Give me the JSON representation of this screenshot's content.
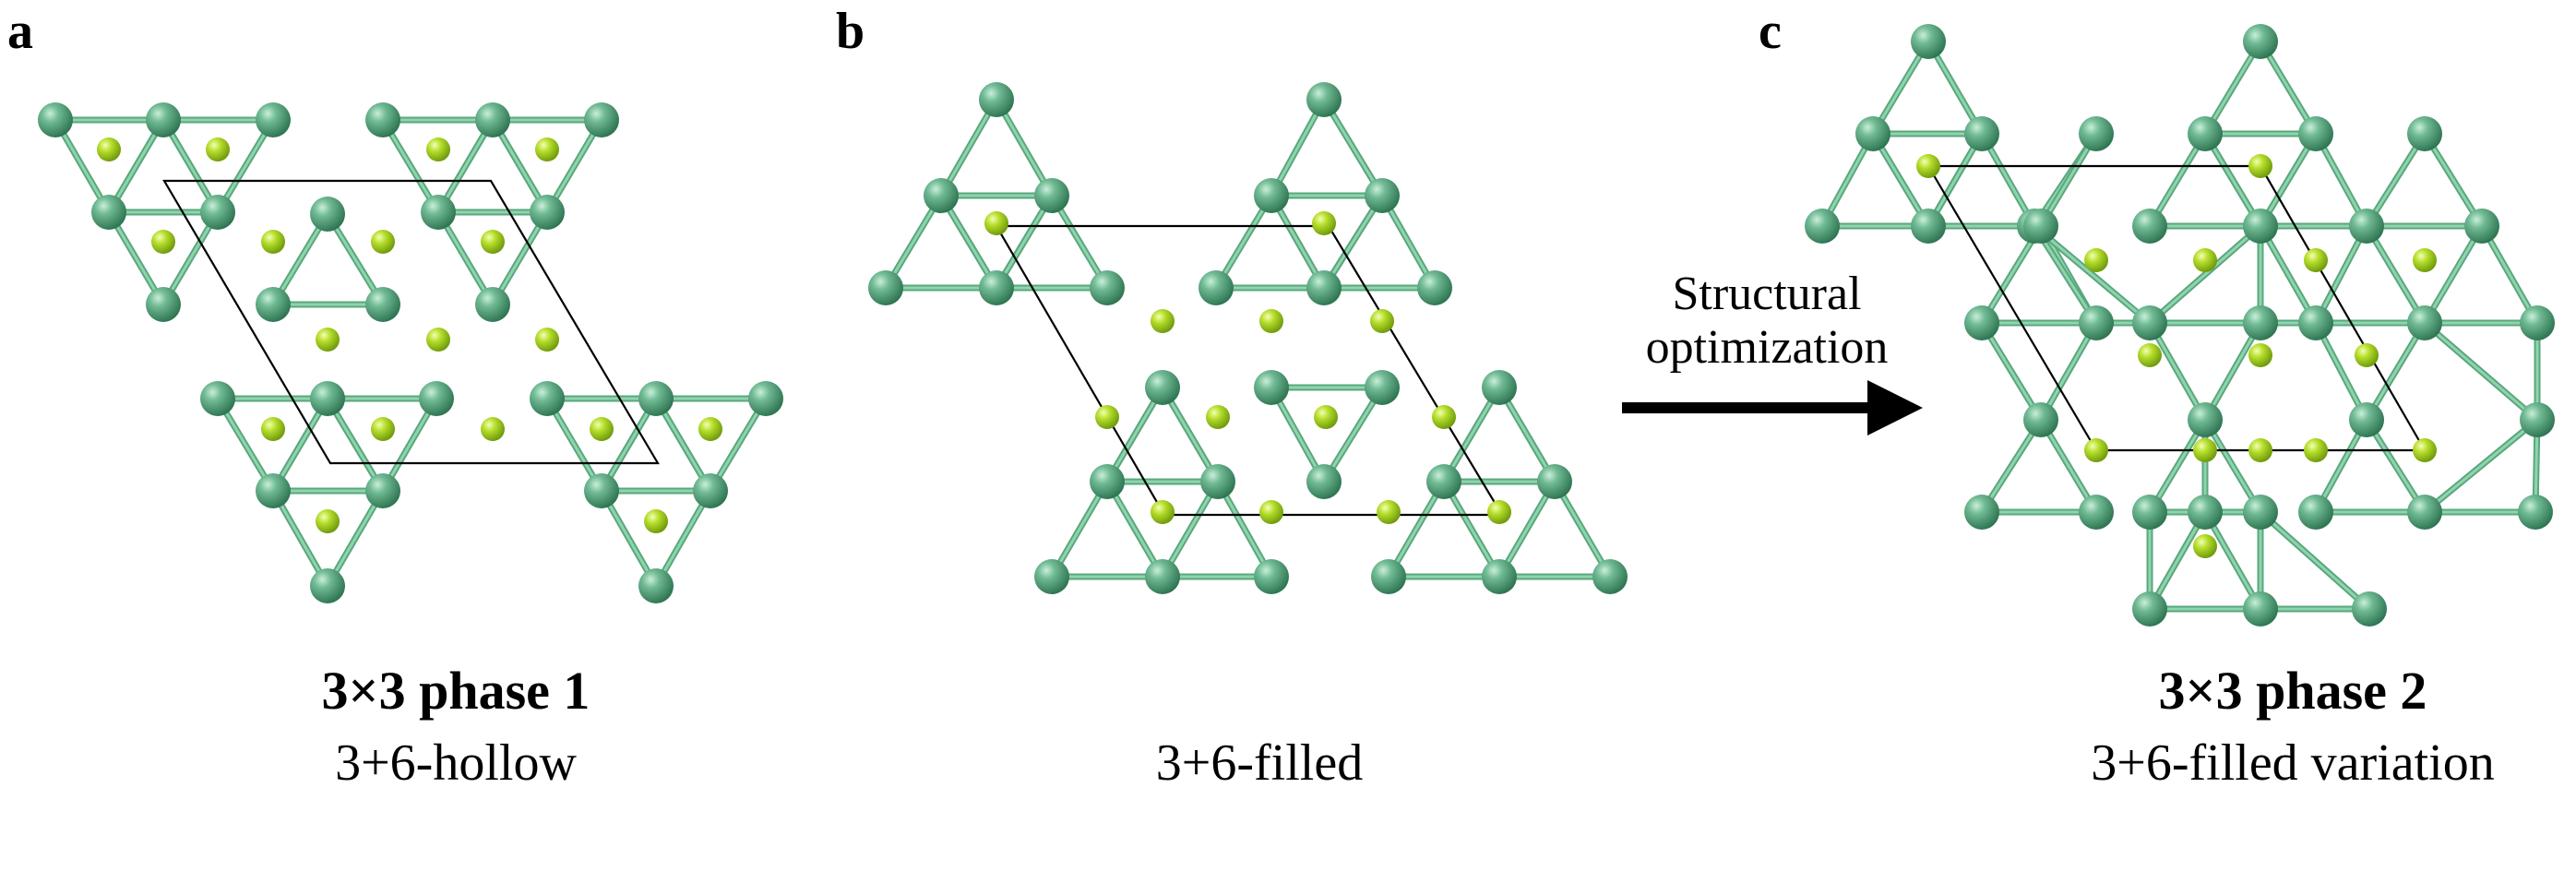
{
  "panels": {
    "a": {
      "letter": "a",
      "title": "3×3 phase 1",
      "subtitle": "3+6-hollow"
    },
    "b": {
      "letter": "b",
      "subtitle": "3+6-filled"
    },
    "c": {
      "letter": "c",
      "title": "3×3 phase 2",
      "subtitle": "3+6-filled variation"
    }
  },
  "arrow": {
    "line1": "Structural",
    "line2": "optimization"
  },
  "colors": {
    "large_atom": "#4d9b73",
    "large_atom_highlight": "#b7e6cd",
    "small_atom": "#a6cf1e",
    "small_atom_highlight": "#e9f98c",
    "bond": "#5aa77e",
    "unit_cell": "#000000"
  }
}
